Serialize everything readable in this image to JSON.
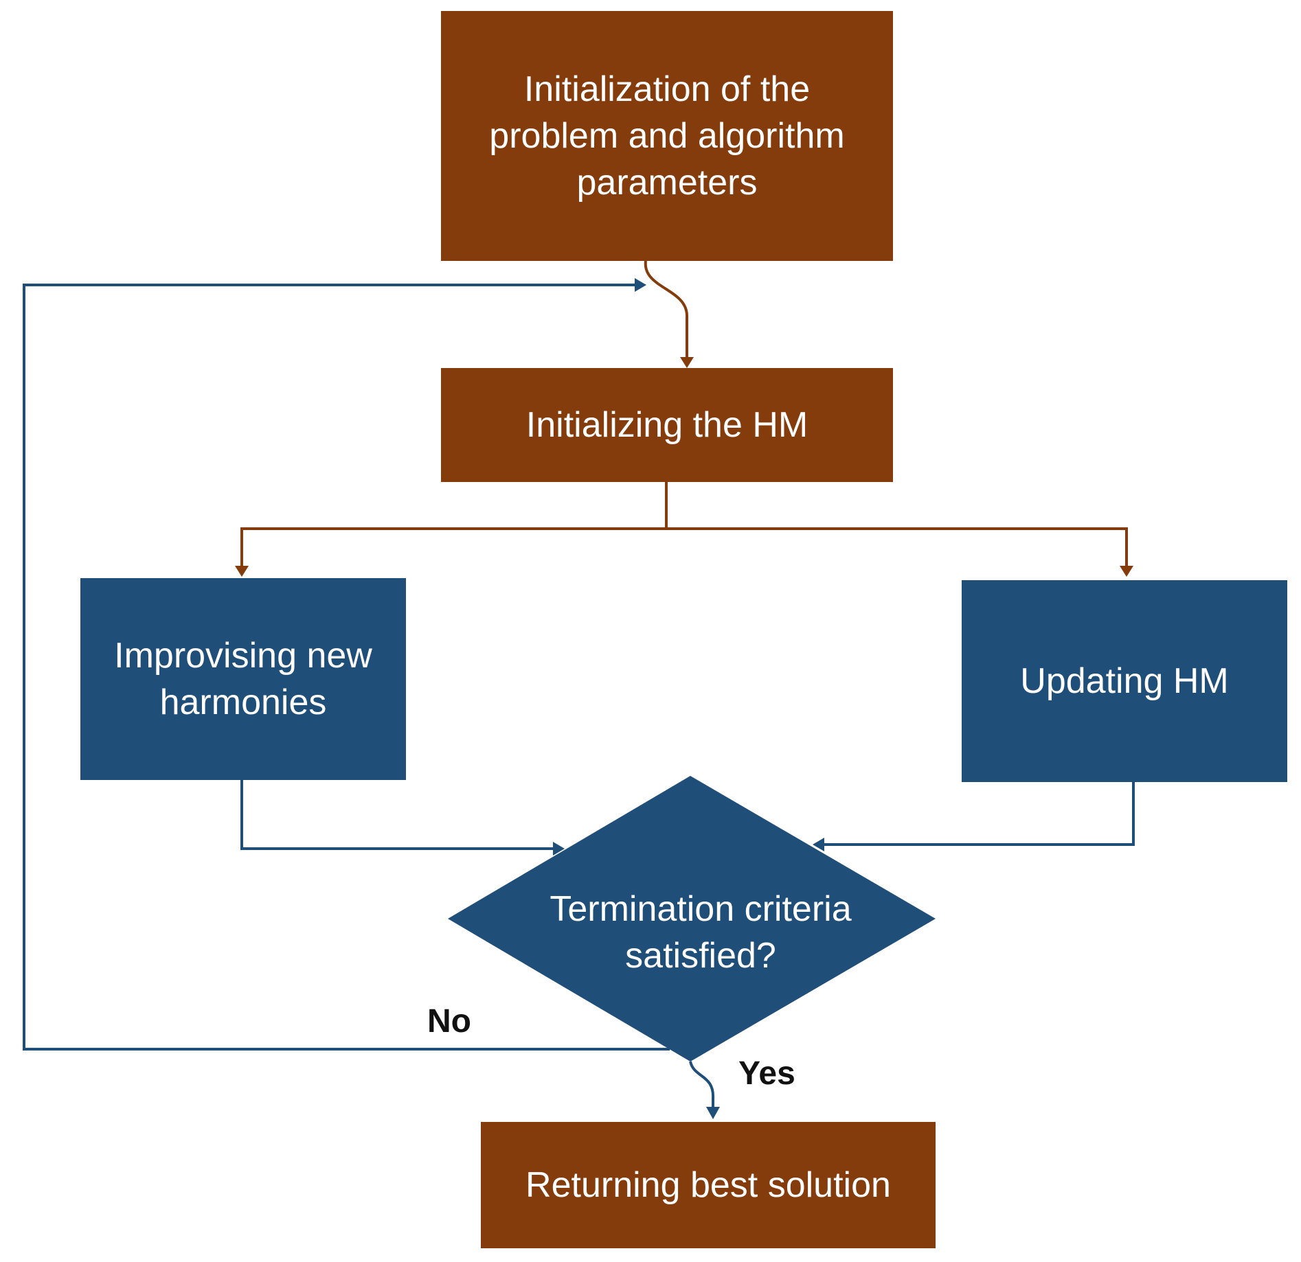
{
  "nodes": {
    "init_params": "Initialization of the\nproblem and algorithm\nparameters",
    "init_hm": "Initializing the HM",
    "improvise": "Improvising new\nharmonies",
    "update_hm": "Updating HM",
    "decision": "Termination criteria\nsatisfied?",
    "return_best": "Returning best solution"
  },
  "edge_labels": {
    "no": "No",
    "yes": "Yes"
  },
  "colors": {
    "brown": "#843c0c",
    "blue": "#1f4e79"
  }
}
